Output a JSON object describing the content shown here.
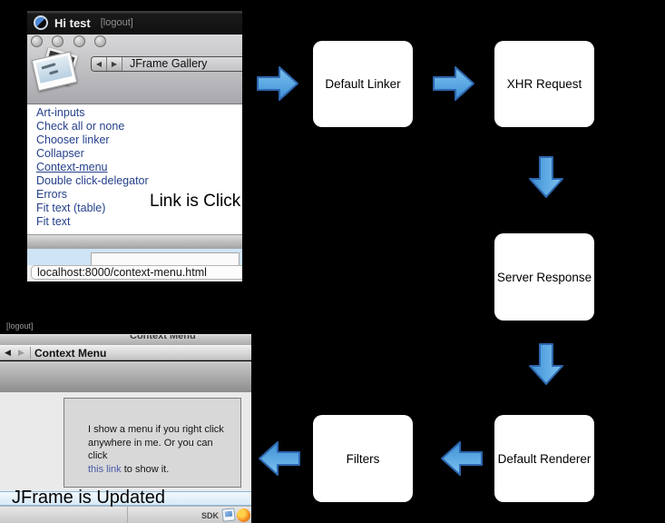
{
  "colors": {
    "background": "#000000",
    "arrow_fill_top": "#7ec3f0",
    "arrow_fill_bottom": "#3d8fd6",
    "arrow_stroke": "#2d66ae",
    "gallery_link_blue": "#26418c",
    "inline_link_blue": "#4a5aa8",
    "blue_strip": "#cfe4f5"
  },
  "icons": {
    "back_glyph": "◀",
    "forward_glyph": "▶"
  },
  "top_window": {
    "titlebar": {
      "title": "Hi test",
      "logout_label": "[logout]"
    },
    "toolbar": {
      "gallery_title": "JFrame Gallery"
    },
    "links": [
      "Art-inputs",
      "Check all or none",
      "Chooser linker",
      "Collapser",
      "Context-menu",
      "Double click-delegator",
      "Errors",
      "Fit text (table)",
      "Fit text"
    ],
    "active_link": "Context-menu",
    "annotation": "Link is Click",
    "url": "localhost:8000/context-menu.html"
  },
  "flow": {
    "boxes": [
      {
        "label": "Default Linker"
      },
      {
        "label": "XHR Request"
      },
      {
        "label": "Server Response"
      },
      {
        "label": "Default Renderer"
      },
      {
        "label": "Filters"
      }
    ]
  },
  "bottom_window": {
    "logout_label": "[logout]",
    "window_title": "Context Menu",
    "toolbar_title": "Context Menu",
    "panel": {
      "line1": "I show a menu if you right click",
      "line2": "anywhere in me. Or you can click",
      "link_text": "this link",
      "after_link": " to show it."
    },
    "annotation": "JFrame is Updated",
    "statusbar": {
      "sdk_label": "SDK"
    }
  }
}
